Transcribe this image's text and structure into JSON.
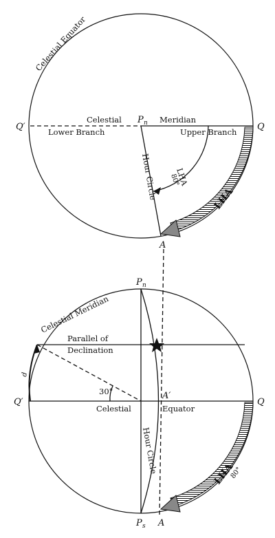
{
  "upper": {
    "celestial_equator": "Celestial Equator",
    "q_prime": "Q′",
    "q": "Q",
    "pn": "P",
    "pn_sub": "n",
    "celestial": "Celestial",
    "meridian": "Meridian",
    "lower_branch": "Lower Branch",
    "upper_branch": "Upper Branch",
    "hour_circle": "Hour Circle",
    "lha_small": "LHA",
    "deg_80": "80°",
    "lha_big": "LHA",
    "a": "A"
  },
  "lower": {
    "pn": "P",
    "pn_sub": "n",
    "celestial_meridian": "Celestial Meridian",
    "parallel_of": "Parallel of",
    "declination": "Declination",
    "d": "d",
    "deg_30": "30°",
    "q_prime": "Q′",
    "q": "Q",
    "a_prime": "A′",
    "celestial": "Celestial",
    "equator": "Equator",
    "hour_circle": "Hour Circle",
    "lha_big": "LHA",
    "deg_80": "80°",
    "ps": "P",
    "ps_sub": "s",
    "a": "A"
  }
}
